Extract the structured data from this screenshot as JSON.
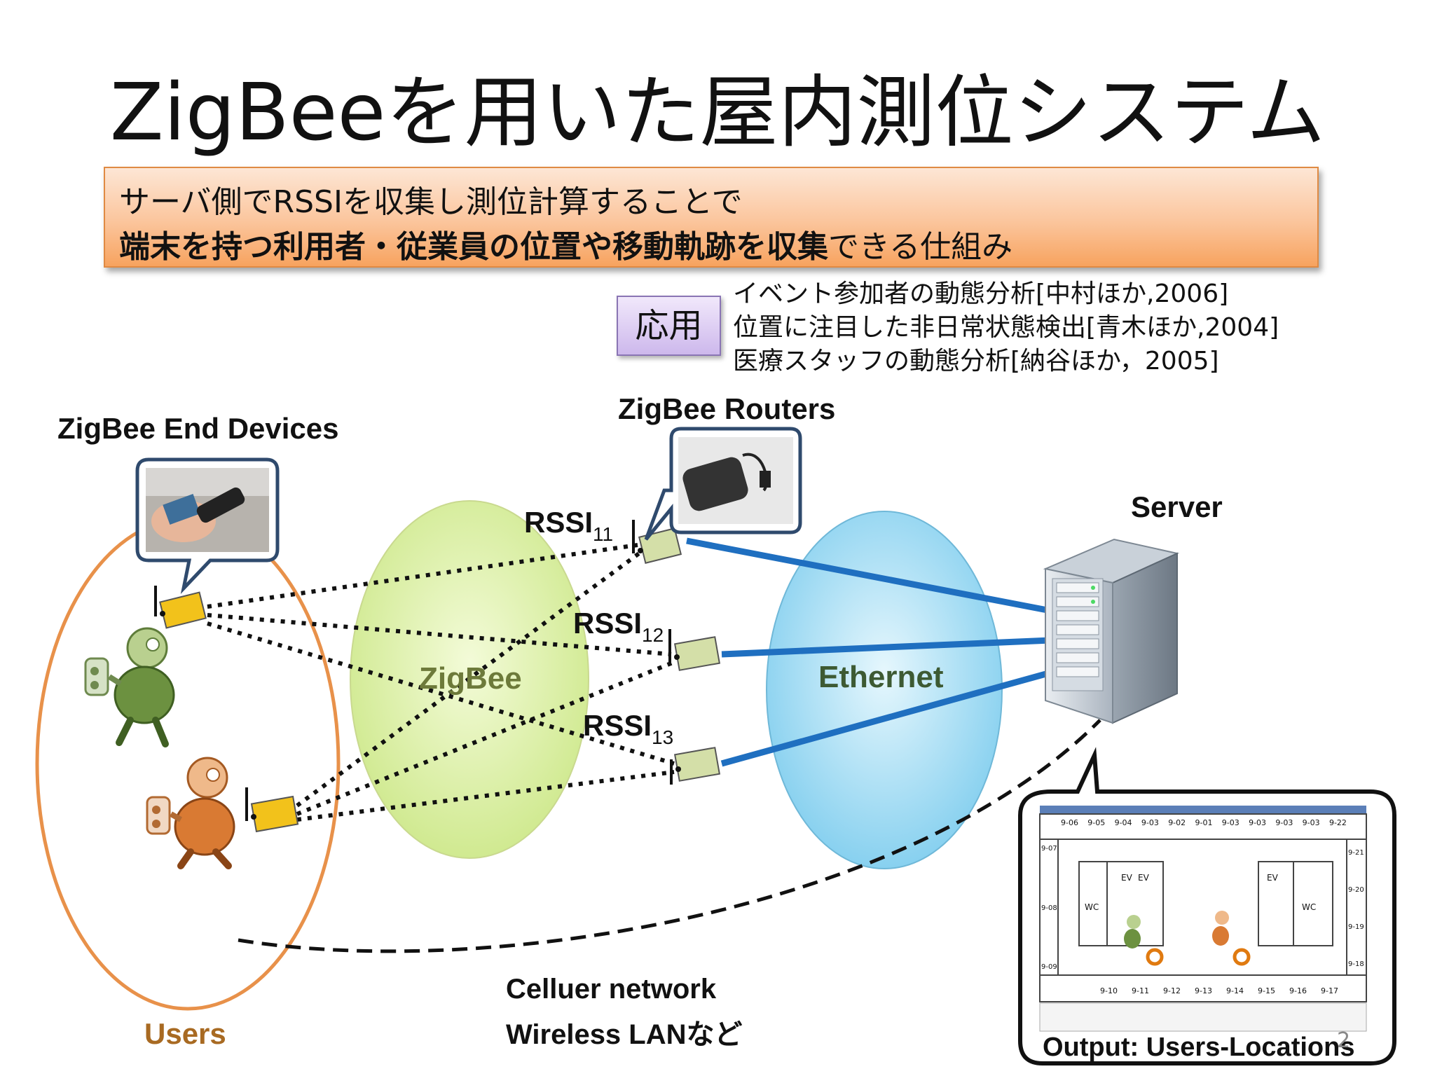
{
  "title": "ZigBeeを用いた屋内測位システム",
  "summary": {
    "line1": "サーバ側でRSSIを収集し測位計算することで",
    "line2_bold": "端末を持つ利用者・従業員の位置や移動軌跡を収集",
    "line2_rest": "できる仕組み"
  },
  "applications": {
    "label": "応用",
    "items": [
      "イベント参加者の動態分析[中村ほか,2006]",
      "位置に注目した非日常状態検出[青木ほか,2004]",
      "医療スタッフの動態分析[納谷ほか，2005]"
    ]
  },
  "diagram": {
    "end_devices_label": "ZigBee End Devices",
    "routers_label": "ZigBee Routers",
    "server_label": "Server",
    "zigbee_label": "ZigBee",
    "ethernet_label": "Ethernet",
    "users_label": "Users",
    "rssi": [
      {
        "base": "RSSI",
        "sub": "11"
      },
      {
        "base": "RSSI",
        "sub": "12"
      },
      {
        "base": "RSSI",
        "sub": "13"
      }
    ],
    "cellular_line1": "Celluer network",
    "cellular_line2": "Wireless LANなど",
    "output_label": "Output: Users-Locations",
    "floor_rooms_top": [
      "9-06",
      "9-05",
      "9-04",
      "9-03",
      "9-02",
      "9-01",
      "9-03",
      "9-03",
      "9-03",
      "9-03",
      "9-22"
    ],
    "floor_rooms_bottom": [
      "9-10",
      "9-11",
      "9-12",
      "9-13",
      "9-14",
      "9-15",
      "9-16",
      "9-17"
    ],
    "floor_rooms_left": [
      "9-07",
      "9-08",
      "9-09"
    ],
    "floor_rooms_right": [
      "9-21",
      "9-20",
      "9-19",
      "9-18"
    ],
    "floor_labels": [
      "WC",
      "EV",
      "EV",
      "EV",
      "WC"
    ]
  },
  "page_number": "2",
  "colors": {
    "zigbee_fill": "#dcf0a6",
    "ethernet_fill": "#8ed6f2",
    "users_ring": "#e8914a",
    "link_blue": "#1f6fc0",
    "device_yellow": "#f2c21b",
    "router_green": "#d4dfa8"
  }
}
